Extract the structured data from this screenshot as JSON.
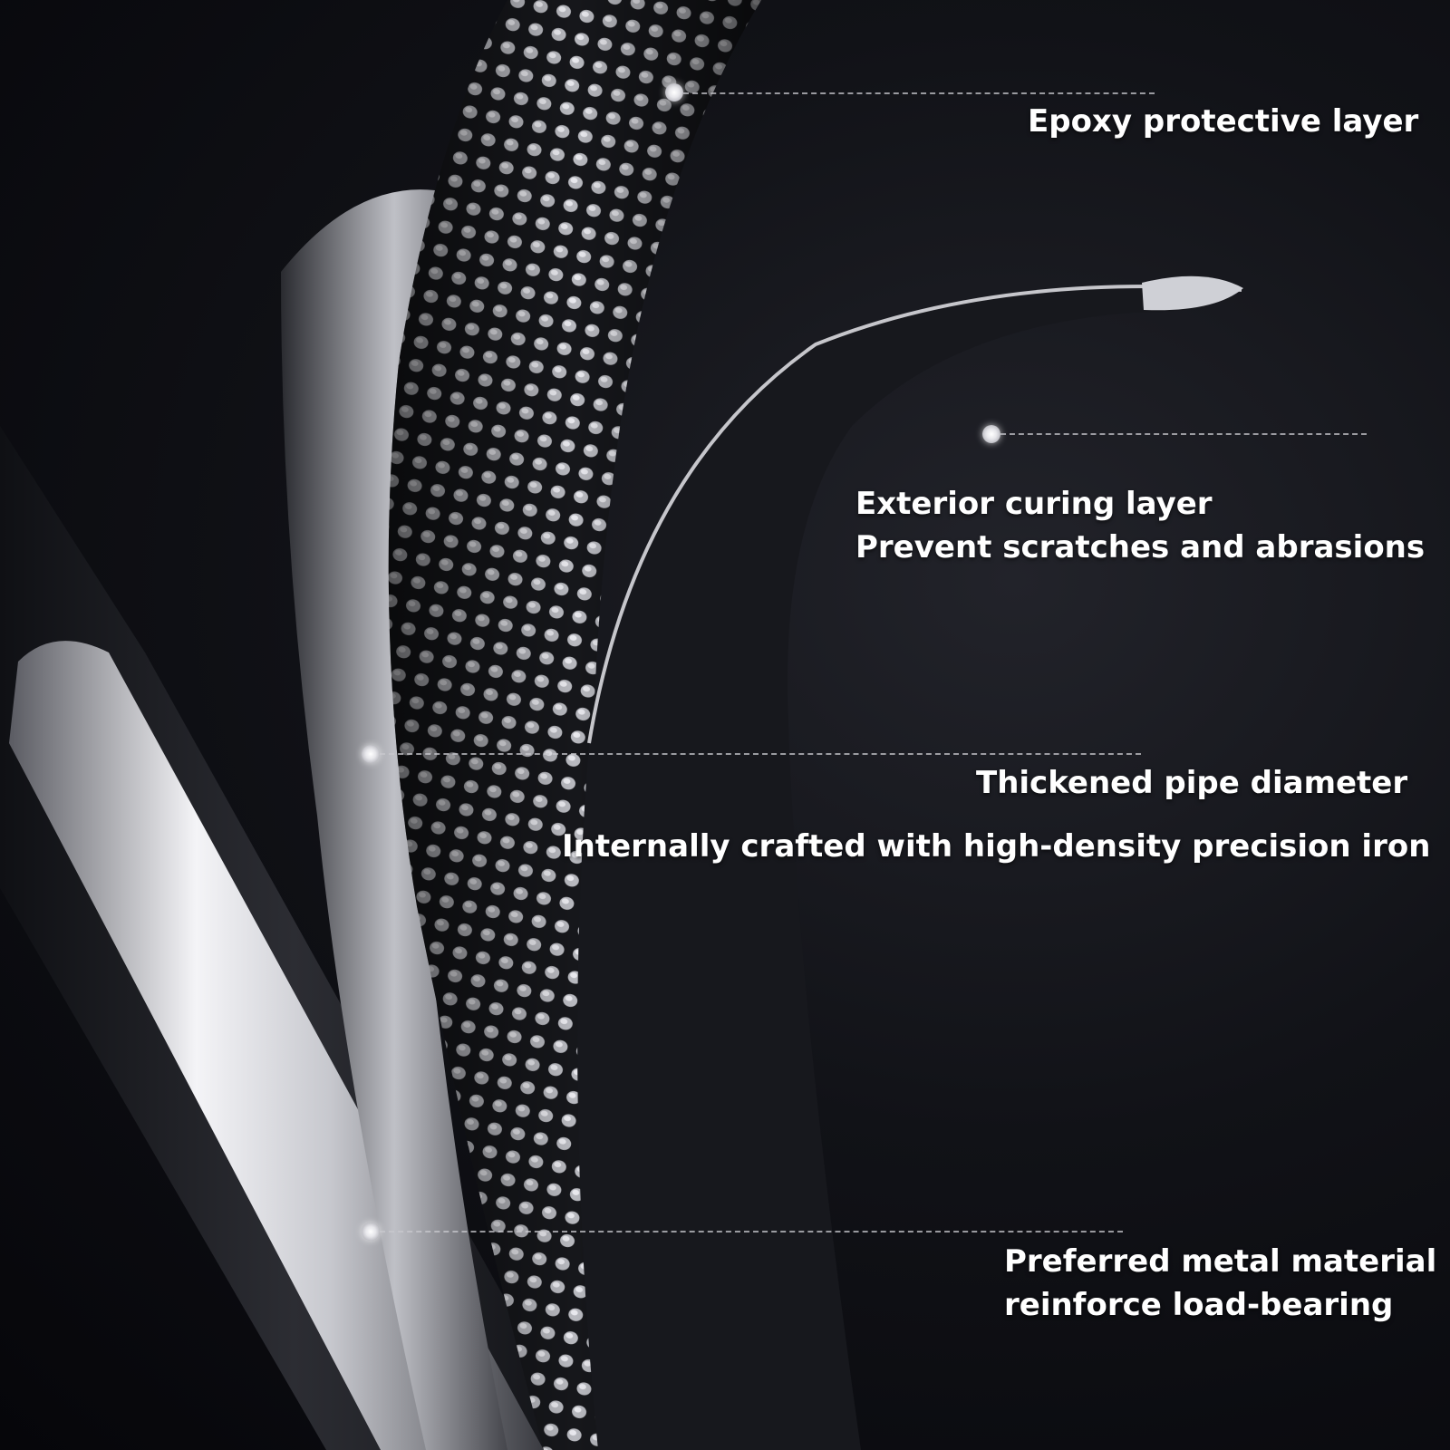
{
  "callouts": [
    {
      "lines": [
        "Epoxy protective layer"
      ]
    },
    {
      "lines": [
        "Exterior curing layer",
        "Prevent scratches and abrasions"
      ]
    },
    {
      "lines": [
        "Thickened pipe diameter"
      ]
    },
    {
      "lines": [
        "Internally crafted with high-density precision iron"
      ]
    },
    {
      "lines": [
        "Preferred metal material",
        "reinforce load-bearing"
      ]
    }
  ],
  "colors": {
    "background": "#0b0b0f",
    "text": "#ffffff",
    "leader": "#c8c8cd",
    "pipe_black": "#1a1b20",
    "pipe_chrome": "#d9d9de"
  }
}
